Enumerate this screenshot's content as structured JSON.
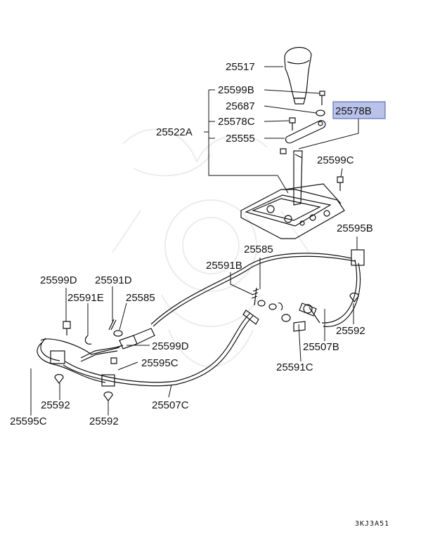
{
  "diagram": {
    "highlight_color": "#b9c3ea",
    "labels": {
      "p25517": "25517",
      "p25599b": "25599B",
      "p25687": "25687",
      "p25578c": "25578C",
      "p25555": "25555",
      "p25522a": "25522A",
      "p25578b": "25578B",
      "p25599c": "25599C",
      "p25595b_top": "25595B",
      "p25585_mid": "25585",
      "p25591b": "25591B",
      "p25599d_left": "25599D",
      "p25591d": "25591D",
      "p25591e": "25591E",
      "p25585_left": "25585",
      "p25599d_mid": "25599D",
      "p25595c_mid": "25595C",
      "p25592_right": "25592",
      "p25507b": "25507B",
      "p25591c": "25591C",
      "p25592_left": "25592",
      "p25595c_left": "25595C",
      "p25592_bottom": "25592",
      "p25507c": "25507C"
    },
    "diagram_code": "3KJ3A51"
  }
}
